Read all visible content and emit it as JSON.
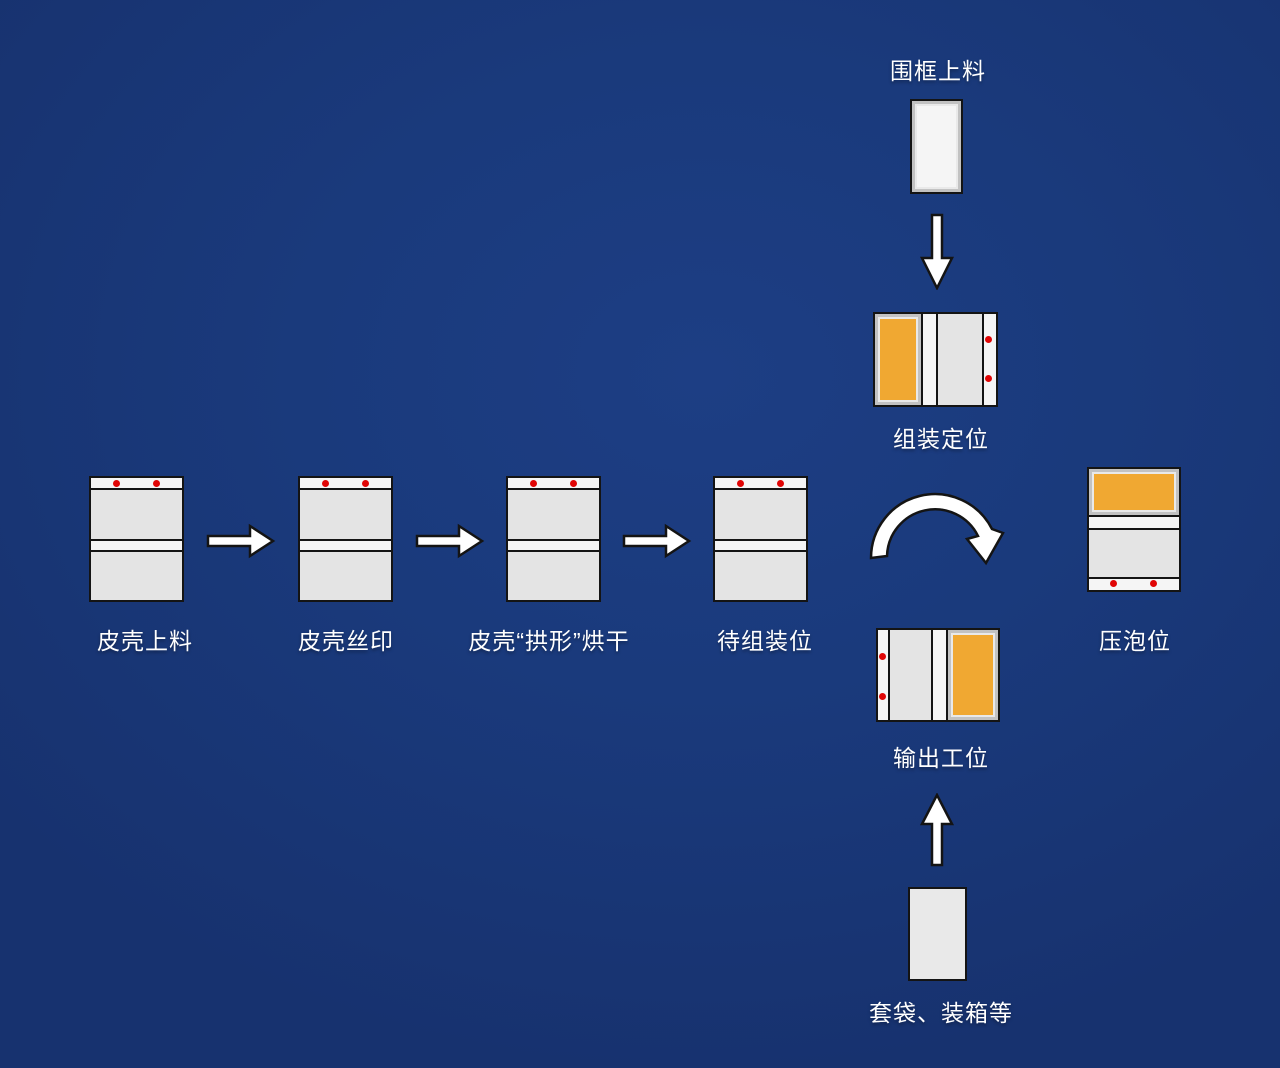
{
  "diagram": {
    "type": "process-flow",
    "colors": {
      "background_navy": "#1a3a7c",
      "accent_orange": "#f0a832",
      "dot_red": "#e00505",
      "panel_gray": "#e4e4e4",
      "strip_white": "#f5f5f5",
      "outline_black": "#141414",
      "text_white": "#ffffff"
    },
    "stations": {
      "cover_loading": "皮壳上料",
      "cover_silkscreen": "皮壳丝印",
      "cover_arch_drying": "皮壳“拱形”烘干",
      "awaiting_assembly": "待组装位",
      "frame_loading": "围框上料",
      "assembly_positioning": "组装定位",
      "bubble_pressing": "压泡位",
      "output_station": "输出工位",
      "bagging_boxing": "套袋、装箱等"
    },
    "flow_icons": [
      "arrow-right-icon",
      "arrow-down-icon",
      "curved-arrow-icon",
      "arrow-up-icon"
    ]
  }
}
